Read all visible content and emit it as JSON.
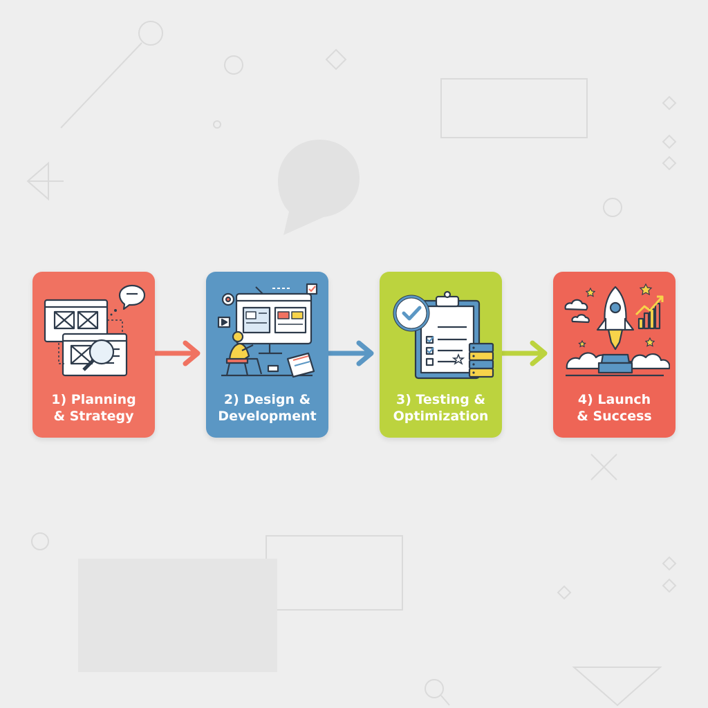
{
  "steps": [
    {
      "line1": "1) Planning",
      "line2": "& Strategy",
      "color": "#f07261",
      "icon": "wireframe-magnifier-icon"
    },
    {
      "line1": "2) Design &",
      "line2": "Development",
      "color": "#5b97c4",
      "icon": "designer-at-computer-icon"
    },
    {
      "line1": "3) Testing &",
      "line2": "Optimization",
      "color": "#bcd33e",
      "icon": "checklist-clipboard-icon"
    },
    {
      "line1": "4) Launch",
      "line2": "& Success",
      "color": "#ee6556",
      "icon": "rocket-launch-icon"
    }
  ],
  "arrows": [
    {
      "color": "#f07261",
      "icon": "arrow-right-icon"
    },
    {
      "color": "#5b97c4",
      "icon": "arrow-right-icon"
    },
    {
      "color": "#bcd33e",
      "icon": "arrow-right-icon"
    }
  ]
}
